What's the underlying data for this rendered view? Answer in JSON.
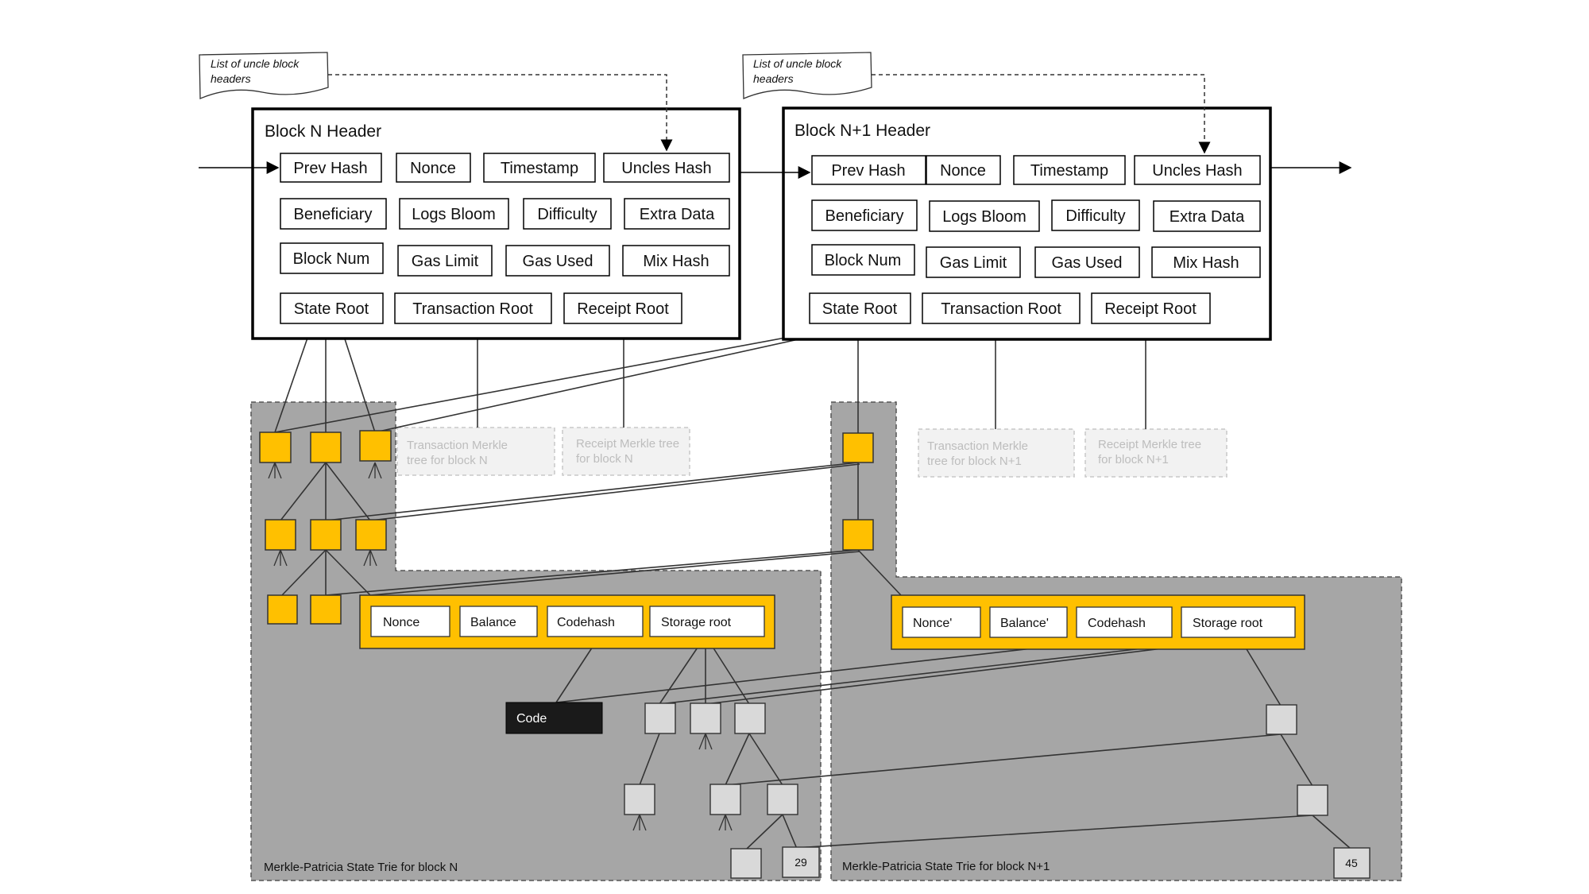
{
  "uncle_notes": [
    {
      "line1": "List of uncle block",
      "line2": "headers"
    },
    {
      "line1": "List of uncle block",
      "line2": "headers"
    }
  ],
  "blocks": [
    {
      "title": "Block N Header",
      "fields": [
        "Prev Hash",
        "Nonce",
        "Timestamp",
        "Uncles Hash",
        "Beneficiary",
        "Logs Bloom",
        "Difficulty",
        "Extra Data",
        "Block Num",
        "Gas Limit",
        "Gas Used",
        "Mix Hash",
        "State Root",
        "Transaction Root",
        "Receipt Root"
      ]
    },
    {
      "title": "Block N+1 Header",
      "fields": [
        "Prev Hash",
        "Nonce",
        "Timestamp",
        "Uncles Hash",
        "Beneficiary",
        "Logs Bloom",
        "Difficulty",
        "Extra Data",
        "Block Num",
        "Gas Limit",
        "Gas Used",
        "Mix Hash",
        "State Root",
        "Transaction Root",
        "Receipt Root"
      ]
    }
  ],
  "merkle_placeholders": [
    {
      "line1": "Transaction Merkle",
      "line2": "tree for block N"
    },
    {
      "line1": "Receipt Merkle tree",
      "line2": "for block N"
    },
    {
      "line1": "Transaction Merkle",
      "line2": "tree for block N+1"
    },
    {
      "line1": "Receipt Merkle tree",
      "line2": "for block N+1"
    }
  ],
  "accounts": [
    {
      "fields": [
        "Nonce",
        "Balance",
        "Codehash",
        "Storage root"
      ]
    },
    {
      "fields": [
        "Nonce'",
        "Balance'",
        "Codehash",
        "Storage root"
      ]
    }
  ],
  "code_label": "Code",
  "tries": [
    {
      "label": "Merkle-Patricia  State  Trie  for block  N",
      "leaf_value": "29"
    },
    {
      "label": "Merkle-Patricia  State  Trie  for block  N+1",
      "leaf_value": "45"
    }
  ],
  "colors": {
    "trie_bg": "#a6a6a6",
    "node_fill": "#ffc000",
    "storage_node": "#d9d9d9",
    "code_bg": "#1a1a1a",
    "ghost_border": "#c8c8c8"
  }
}
